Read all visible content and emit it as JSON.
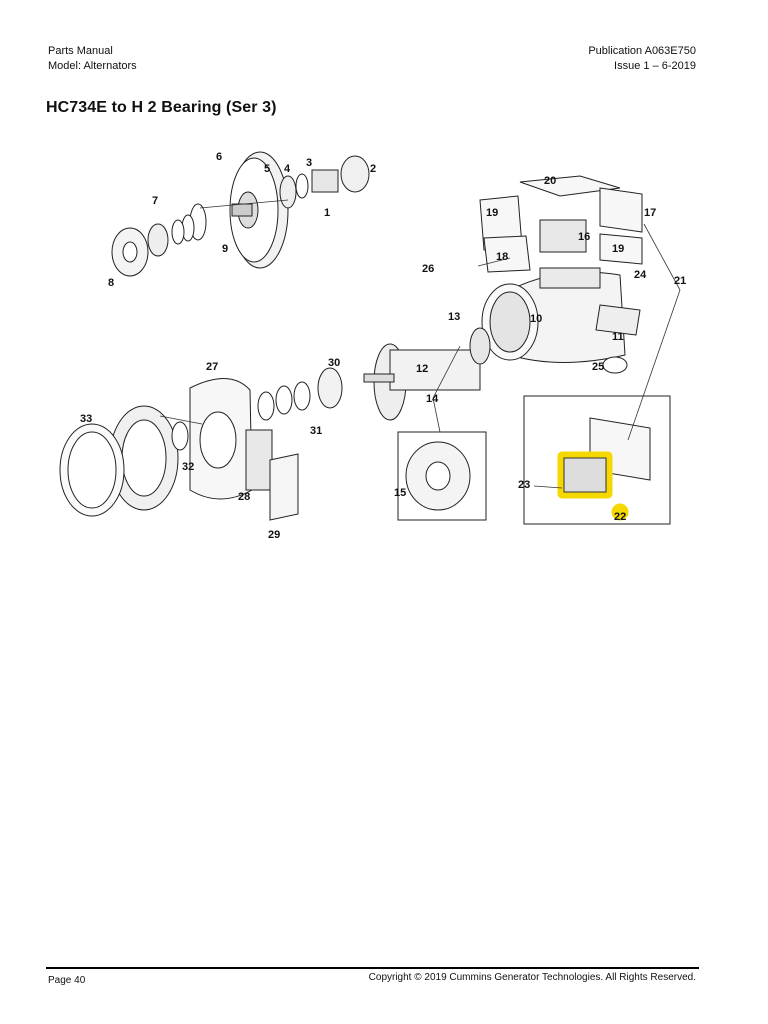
{
  "header": {
    "left_line1": "Parts Manual",
    "left_line2": "Model: Alternators",
    "right_line1": "Publication A063E750",
    "right_line2": "Issue 1 – 6-2019"
  },
  "title": "HC734E to H 2 Bearing (Ser 3)",
  "figure": {
    "callouts": [
      "1",
      "2",
      "3",
      "4",
      "5",
      "6",
      "7",
      "8",
      "9",
      "10",
      "11",
      "12",
      "13",
      "14",
      "15",
      "16",
      "17",
      "18",
      "19",
      "19",
      "20",
      "21",
      "22",
      "23",
      "24",
      "25",
      "26",
      "27",
      "28",
      "29",
      "30",
      "31",
      "32",
      "33"
    ],
    "highlight_color": "#f5d800"
  },
  "footer": {
    "page": "Page 40",
    "copyright": "Copyright © 2019  Cummins Generator Technologies. All Rights Reserved."
  }
}
